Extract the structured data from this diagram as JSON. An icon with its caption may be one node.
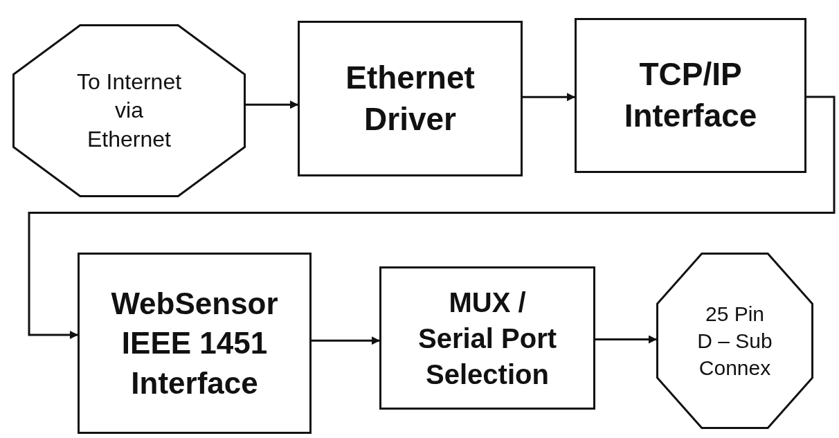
{
  "diagram": {
    "nodes": [
      {
        "text": [
          "To Internet via Ethernet"
        ]
      },
      {
        "text": [
          "Ethernet Driver"
        ]
      },
      {
        "text": [
          "TCP/IP Interface"
        ]
      },
      {
        "text": [
          "WebSensor IEEE 1451 Interface"
        ]
      },
      {
        "text": [
          "MUX / Serial Port Selection"
        ]
      },
      {
        "text": [
          "25 Pin D – Sub Connex"
        ]
      }
    ],
    "edges": [
      {
        "from": 0,
        "to": 1,
        "arrow": "to"
      },
      {
        "from": 1,
        "to": 2,
        "arrow": "to"
      },
      {
        "from": 2,
        "to": 3,
        "arrow": "to"
      },
      {
        "from": 3,
        "to": 4,
        "arrow": "to"
      },
      {
        "from": 4,
        "to": 5,
        "arrow": "to"
      }
    ]
  }
}
